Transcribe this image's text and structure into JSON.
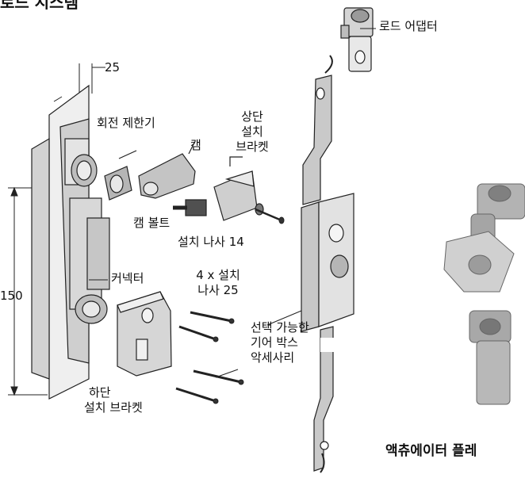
{
  "title": "로드 시스템",
  "labels": {
    "rod_adapter": "로드 어댑터",
    "dim_25": "25",
    "rotation_limiter": "회전 제한기",
    "cam": "캠",
    "upper_bracket": [
      "상단",
      "설치",
      "브라켓"
    ],
    "cam_bolt": "캠 볼트",
    "screw_14": "설치 나사 14",
    "connector": "커넥터",
    "screw_25": [
      "4 x 설치",
      "나사 25"
    ],
    "dim_150": "150",
    "gearbox": [
      "선택 가능한",
      "기어 박스",
      "악세사리"
    ],
    "lower_bracket": [
      "하단",
      "설치 브라켓"
    ],
    "actuator_plate": "액츄에이터 플레"
  },
  "colors": {
    "line": "#222222",
    "part_light": "#eeeeee",
    "part_mid": "#cfcfcf",
    "part_dark": "#8d8d8d",
    "metal_light": "#d9d9d9",
    "metal_dark": "#8f8f8f"
  }
}
